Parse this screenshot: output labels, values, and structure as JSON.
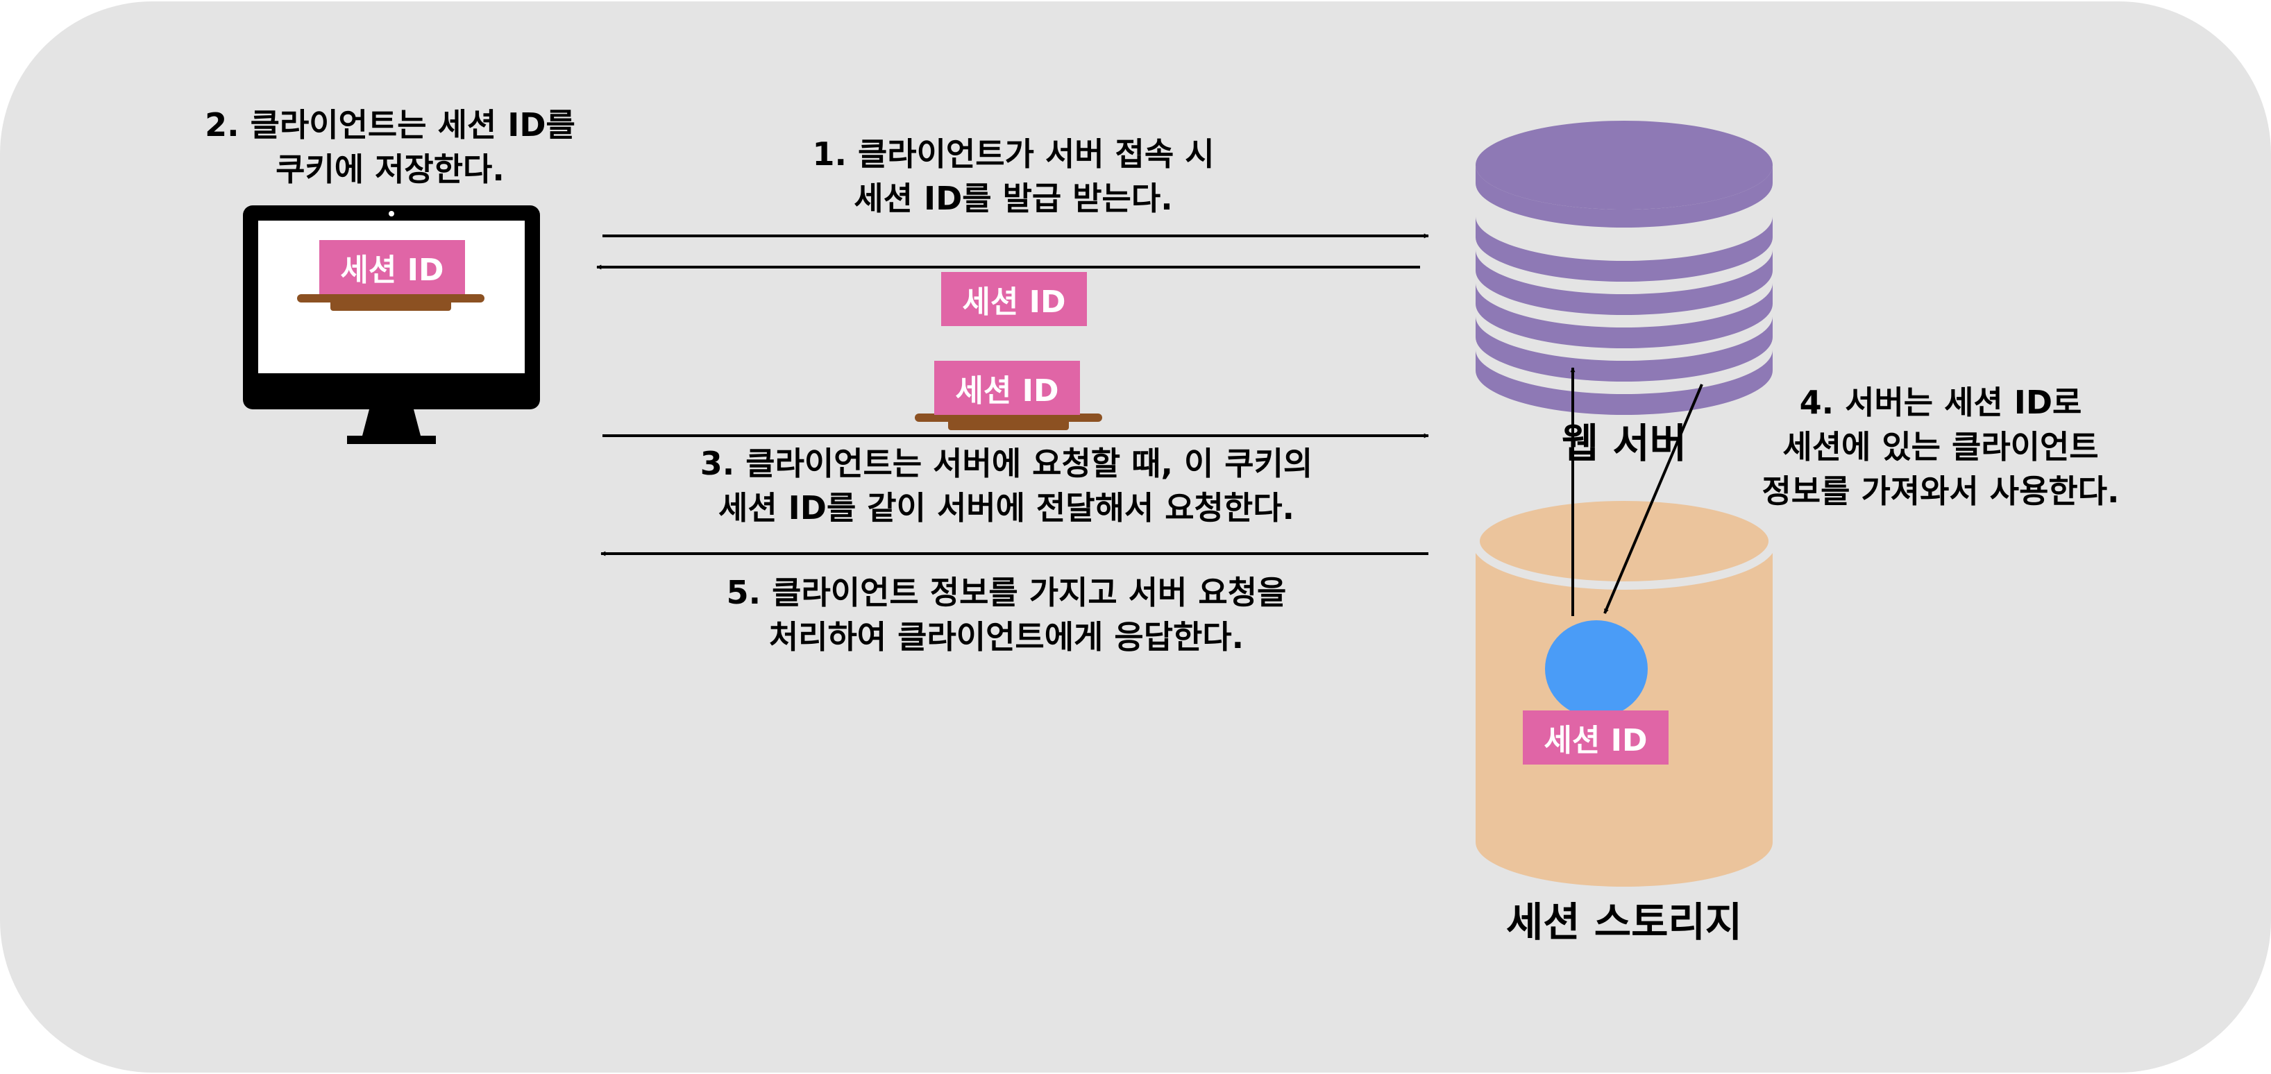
{
  "labels": {
    "step1": [
      "1. 클라이언트가 서버 접속 시",
      "세션 ID를 발급 받는다."
    ],
    "step2": [
      "2. 클라이언트는 세션 ID를",
      "쿠키에 저장한다."
    ],
    "step3": [
      "3. 클라이언트는 서버에 요청할 때, 이 쿠키의",
      "세션 ID를 같이 서버에 전달해서 요청한다."
    ],
    "step4": [
      "4. 서버는 세션 ID로",
      "세션에 있는 클라이언트",
      "정보를 가져와서 사용한다."
    ],
    "step5": [
      "5. 클라이언트 정보를 가지고 서버 요청을",
      "처리하여 클라이언트에게 응답한다."
    ],
    "web_server": "웹 서버",
    "session_storage": "세션 스토리지"
  },
  "badge_text": "세션 ID",
  "colors": {
    "background": "#e4e4e4",
    "server": "#8e79b5",
    "storage": "#ebc49c",
    "badge": "#e065a6",
    "cookie_plate": "#8c5122",
    "session_dot": "#4a9cf7",
    "monitor": "#000000"
  }
}
